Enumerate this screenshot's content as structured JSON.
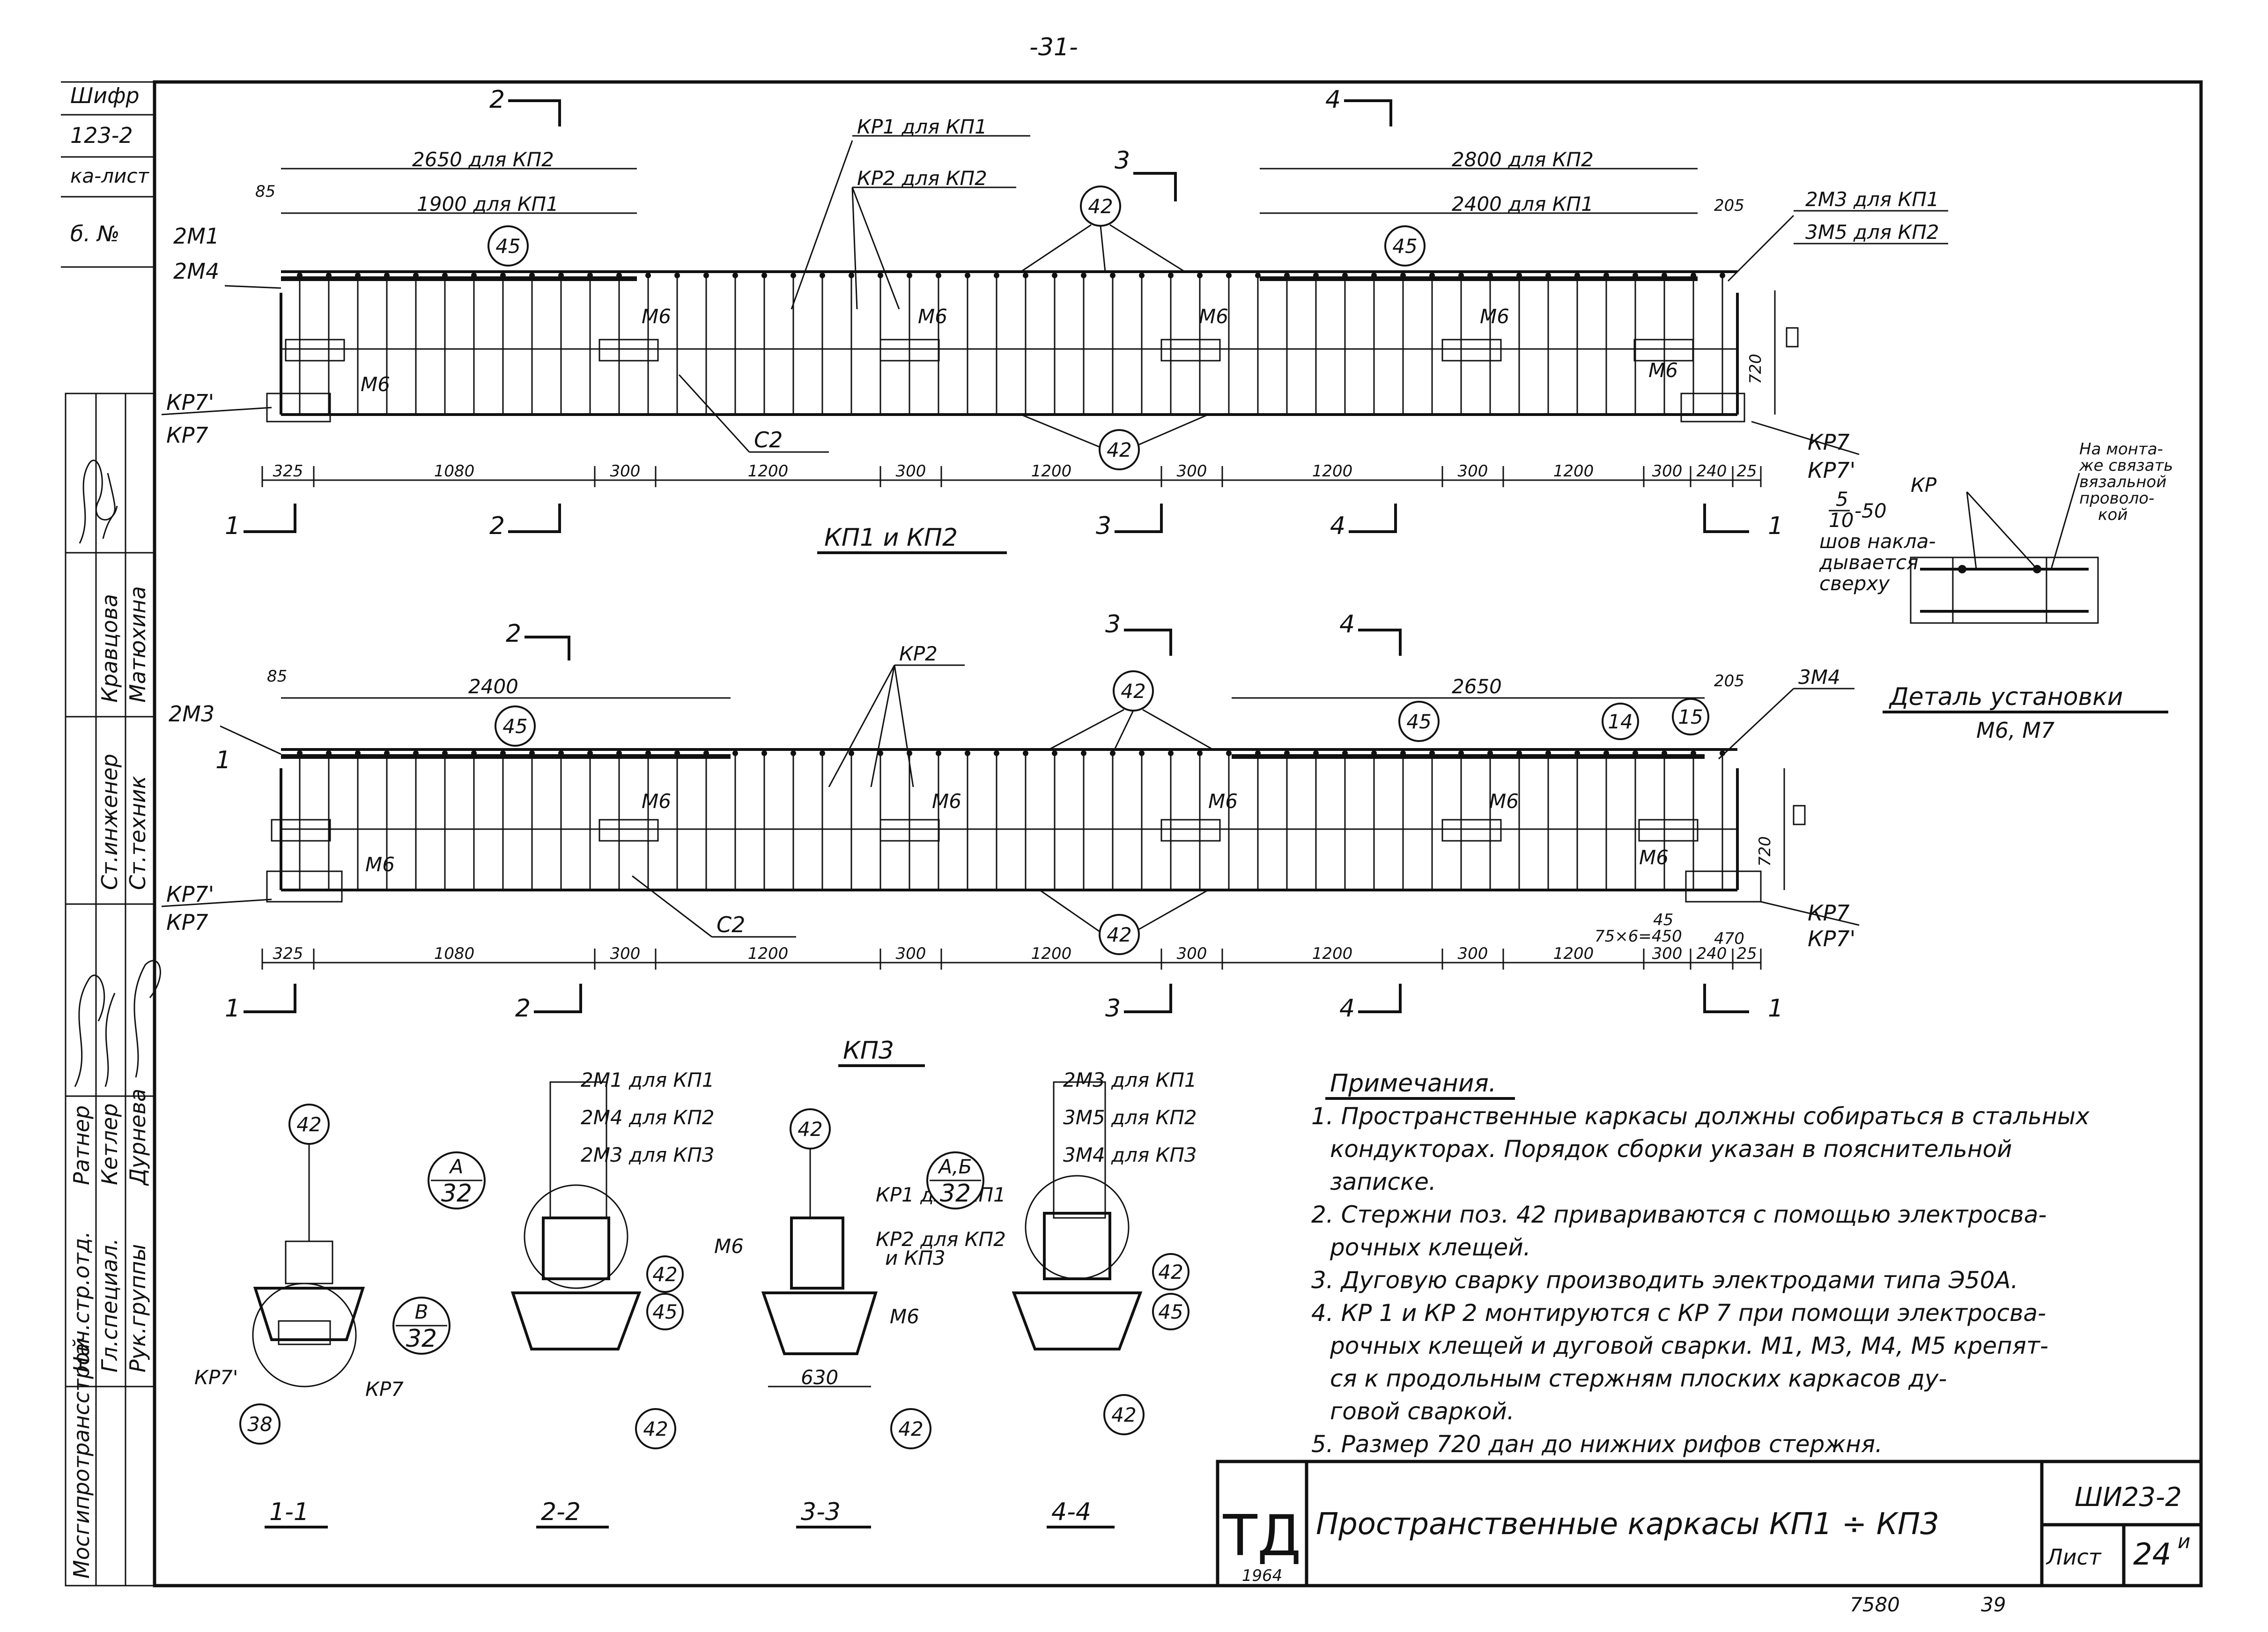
{
  "page_number": "-31-",
  "left_strip": {
    "code_label": "Шифр",
    "code_value": "123-2",
    "sheet_label": "ка-лист",
    "number_label": "б. №"
  },
  "signatures": {
    "rows": [
      {
        "role": "Нач.стр.отд.",
        "name": "Ратнер"
      },
      {
        "role": "Гл.специал.",
        "name": "Кетлер"
      },
      {
        "role": "Рук.группы",
        "name": "Дурнева"
      },
      {
        "role": "Ст.инженер",
        "name": "Кравцова"
      },
      {
        "role": "Ст.техник",
        "name": "Матюхина"
      }
    ],
    "org": "Мосгипротрансстрой"
  },
  "top_frame": {
    "title": "КП1 и КП2",
    "section_marks": [
      "2",
      "4",
      "3",
      "1",
      "2",
      "3",
      "4",
      "1"
    ],
    "dim_top": [
      "2650 для КП2",
      "1900 для КП1",
      "2800 для КП2",
      "2400 для КП1"
    ],
    "labels": [
      "2М1",
      "2М4",
      "КР1 для КП1",
      "КР2 для КП2",
      "2М3 для КП1",
      "3М5 для КП2",
      "КР7'",
      "КР7",
      "КР7",
      "КР7'",
      "С2",
      "М6",
      "М6",
      "М6",
      "М6",
      "М6",
      "М6"
    ],
    "circles": [
      "45",
      "42",
      "45",
      "42"
    ],
    "small_dims": [
      "85",
      "205",
      "720"
    ],
    "dim_bottom": [
      "325",
      "1080",
      "300",
      "1200",
      "300",
      "1200",
      "300",
      "1200",
      "300",
      "1200",
      "300",
      "240",
      "25"
    ]
  },
  "bottom_frame": {
    "title": "КП3",
    "dim_top": [
      "2400",
      "2650"
    ],
    "labels": [
      "2М3",
      "КР2",
      "3М4",
      "КР7'",
      "КР7",
      "КР7",
      "КР7'",
      "С2",
      "М6",
      "М6",
      "М6",
      "М6",
      "М6",
      "М6"
    ],
    "circles": [
      "45",
      "42",
      "45",
      "14",
      "15",
      "42"
    ],
    "small_dims": [
      "85",
      "205",
      "720",
      "45",
      "75×6=450",
      "470"
    ],
    "dim_bottom": [
      "325",
      "1080",
      "300",
      "1200",
      "300",
      "1200",
      "300",
      "1200",
      "300",
      "1200",
      "300",
      "240",
      "25"
    ]
  },
  "detail": {
    "title": "Деталь установки",
    "subtitle": "М6, М7",
    "weld_label": "КР",
    "weld_size_top": "5",
    "weld_size_bottom": "10",
    "weld_len": "-50",
    "weld_note_1": "шов накла-",
    "weld_note_2": "дывается",
    "weld_note_3": "сверху",
    "mount_note_1": "На монта-",
    "mount_note_2": "же связать",
    "mount_note_3": "вязальной",
    "mount_note_4": "проволо-",
    "mount_note_5": "кой"
  },
  "sections": [
    {
      "label": "1-1",
      "circles": [
        "42",
        "38"
      ],
      "callout_top": "В",
      "callout_bottom": "32",
      "labels": [
        "КР7'",
        "КР7"
      ]
    },
    {
      "label": "2-2",
      "circles": [
        "42",
        "45",
        "42"
      ],
      "callout_top": "А",
      "callout_bottom": "32",
      "labels": [
        "2М1 для КП1",
        "2М4 для КП2",
        "2М3 для КП3"
      ]
    },
    {
      "label": "3-3",
      "circles": [
        "42",
        "42"
      ],
      "labels": [
        "КР1 для КП1",
        "КР2 для КП2",
        "и КП3",
        "М6",
        "М6"
      ],
      "dim": "630"
    },
    {
      "label": "4-4",
      "circles": [
        "42",
        "45",
        "42"
      ],
      "callout_top": "А,Б",
      "callout_bottom": "32",
      "labels": [
        "2М3 для КП1",
        "3М5 для КП2",
        "3М4 для КП3"
      ]
    }
  ],
  "notes": {
    "heading": "Примечания.",
    "lines": [
      "1. Пространственные каркасы должны собираться в стальных",
      "кондукторах. Порядок сборки указан в пояснительной",
      "записке.",
      "2. Стержни поз. 42 привариваются с помощью электросва-",
      "рочных клещей.",
      "3. Дуговую сварку производить электродами типа Э50А.",
      "4. КР 1 и КР 2 монтируются с КР 7 при помощи электросва-",
      "рочных клещей и дуговой сварки. М1, М3, М4, М5 крепят-",
      "ся к продольным стержням плоских каркасов ду-",
      "говой сваркой.",
      "5. Размер 720 дан до нижних рифов стержня."
    ]
  },
  "title_block": {
    "logo": "ТД",
    "year": "1964",
    "title": "Пространственные каркасы КП1 ÷ КП3",
    "code": "ШИ23-2",
    "sheet_label": "Лист",
    "sheet_number": "24",
    "sheet_suffix": "и"
  },
  "footer": {
    "left": "7580",
    "right": "39"
  }
}
